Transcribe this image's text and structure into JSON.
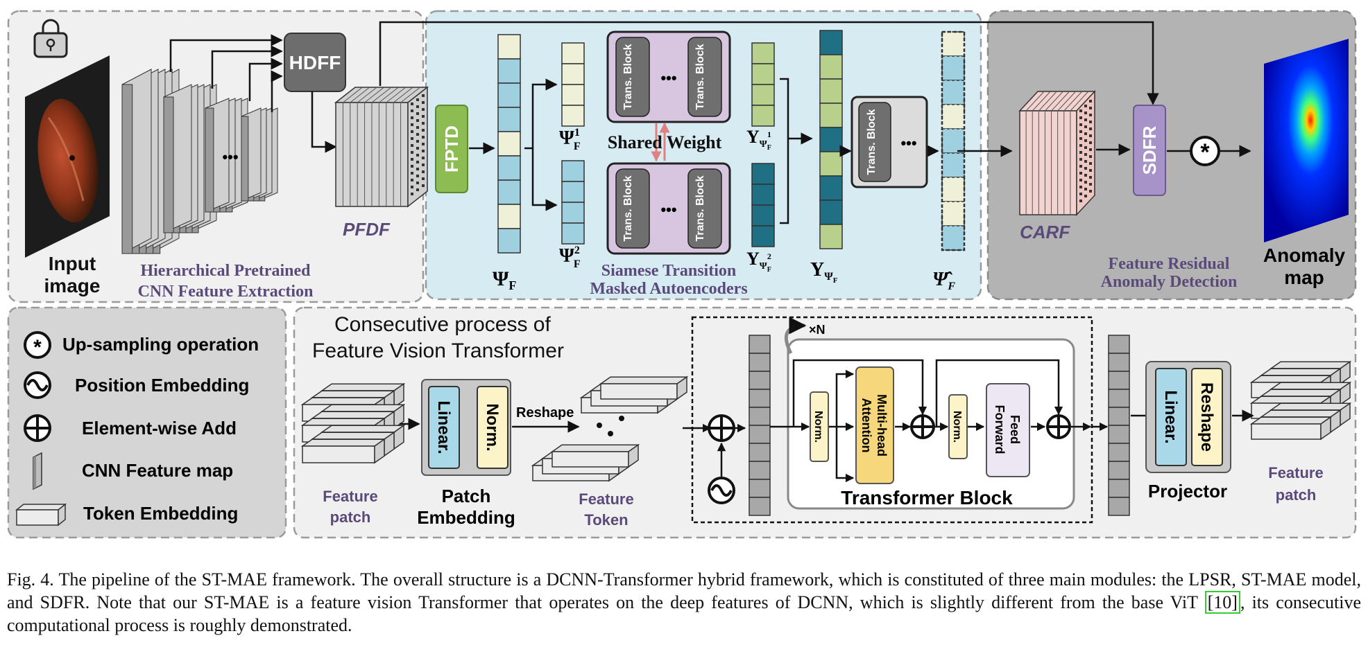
{
  "top": {
    "input_label_1": "Input",
    "input_label_2": "image",
    "hdff": "HDFF",
    "pfdf": "PFDF",
    "hpcfe_1": "Hierarchical Pretrained",
    "hpcfe_2": "CNN Feature Extraction",
    "fptd": "FPTD",
    "psi_f": "Ψ",
    "psi_f_sub": "F",
    "psi1": "Ψ",
    "psi1_sup": "1",
    "psi1_sub": "F",
    "psi2": "Ψ",
    "psi2_sup": "2",
    "psi2_sub": "F",
    "trans_block": "Trans. Block",
    "dots": "•••",
    "shared_weight": "Shared Weight",
    "y1": "Y",
    "y1_sub": "Ψ",
    "y1_subsub": "F",
    "y1_sup": "1",
    "y2": "Y",
    "y2_sub": "Ψ",
    "y2_subsub": "F",
    "y2_sup": "2",
    "yf": "Y",
    "yf_sub": "Ψ",
    "yf_subsub": "F",
    "psi_hat": "Ψ̂",
    "psi_hat_sub": "F",
    "stmae_1": "Siamese Transition",
    "stmae_2": "Masked Autoencoders",
    "carf": "CARF",
    "sdfr": "SDFR",
    "frad_1": "Feature Residual",
    "frad_2": "Anomaly Detection",
    "anomaly_1": "Anomaly",
    "anomaly_2": "map"
  },
  "legend": {
    "items": [
      "Up-sampling operation",
      "Position Embedding",
      "Element-wise Add",
      "CNN Feature map",
      "Token Embedding"
    ]
  },
  "bottom": {
    "title_1": "Consecutive process of",
    "title_2": "Feature Vision Transformer",
    "feature_patch_1": "Feature",
    "feature_patch_2": "patch",
    "linear": "Linear.",
    "norm": "Norm.",
    "patch_emb_1": "Patch",
    "patch_emb_2": "Embedding",
    "reshape_label": "Reshape",
    "feature_token_1": "Feature",
    "feature_token_2": "Token",
    "xN": "×N",
    "norm_small": "Norm.",
    "mha_1": "Multi-head",
    "mha_2": "Attention",
    "ff_1": "Feed",
    "ff_2": "Forward",
    "transformer_block": "Transformer Block",
    "projector": "Projector",
    "reshape": "Reshape"
  },
  "caption": {
    "p1": "Fig. 4.   The pipeline of the ST-MAE framework. The overall structure is a DCNN-Transformer hybrid framework, which is constituted of three main modules: the LPSR, ST-MAE model, and SDFR. Note that our ST-MAE is a feature vision Transformer that operates on the deep features of DCNN, which is slightly different from the base ViT ",
    "ref": "[10]",
    "p2": ", its consecutive computational process is roughly demonstrated."
  },
  "colors": {
    "panel_gray": "#f0f0f0",
    "panel_blue": "#d7ebf3",
    "panel_dark": "#b3b3b3",
    "token_blue": "#9fd0df",
    "token_cream": "#eef0d8",
    "token_teal": "#1f6f85",
    "token_green": "#b7d18c",
    "fptd_green": "#8cbc52",
    "sdfr_purple": "#a793c7",
    "carf_pink": "#f3d3cf",
    "mha_yellow": "#f6d77c",
    "norm_cream": "#fdf3c8",
    "linear_blue": "#a9d8e8",
    "label_purple": "#5a4a7a"
  }
}
